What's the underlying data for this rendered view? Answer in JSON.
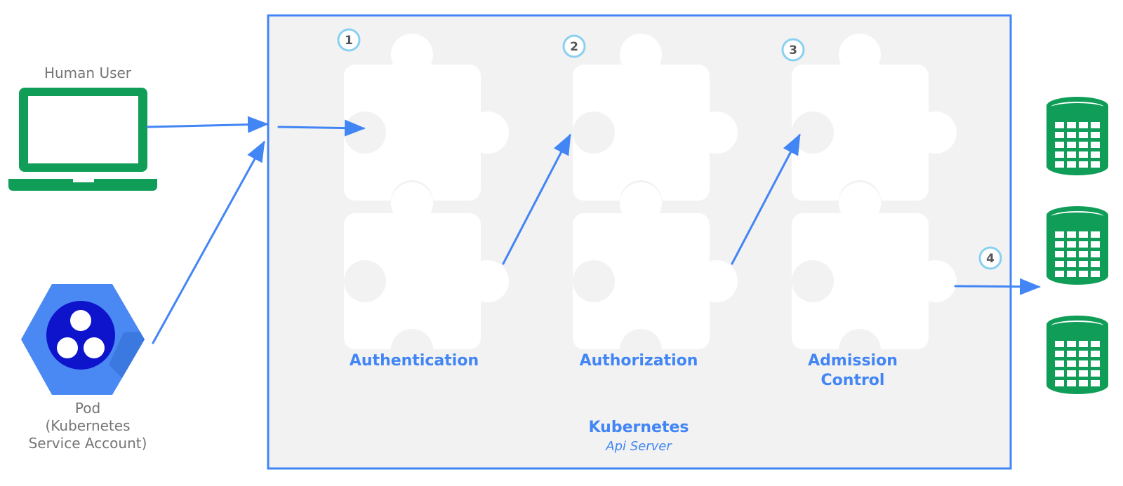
{
  "actors": {
    "human_user": "Human User",
    "pod": "Pod\n(Kubernetes\nService Account)"
  },
  "stages": {
    "authentication": "Authentication",
    "authorization": "Authorization",
    "admission_control": "Admission\nControl"
  },
  "server": {
    "title": "Kubernetes",
    "subtitle": "Api Server"
  },
  "steps": [
    "1",
    "2",
    "3",
    "4"
  ],
  "colors": {
    "blue": "#4285f4",
    "green": "#0f9d58",
    "panel": "#f2f2f2",
    "puzzle": "#ffffff",
    "step_ring": "#8ad0f0",
    "gray_text": "#757575"
  },
  "icons": {
    "human_user": "laptop-icon",
    "pod": "pod-hexagon-icon",
    "puzzle": "puzzle-piece-icon",
    "storage": "database-icon"
  }
}
